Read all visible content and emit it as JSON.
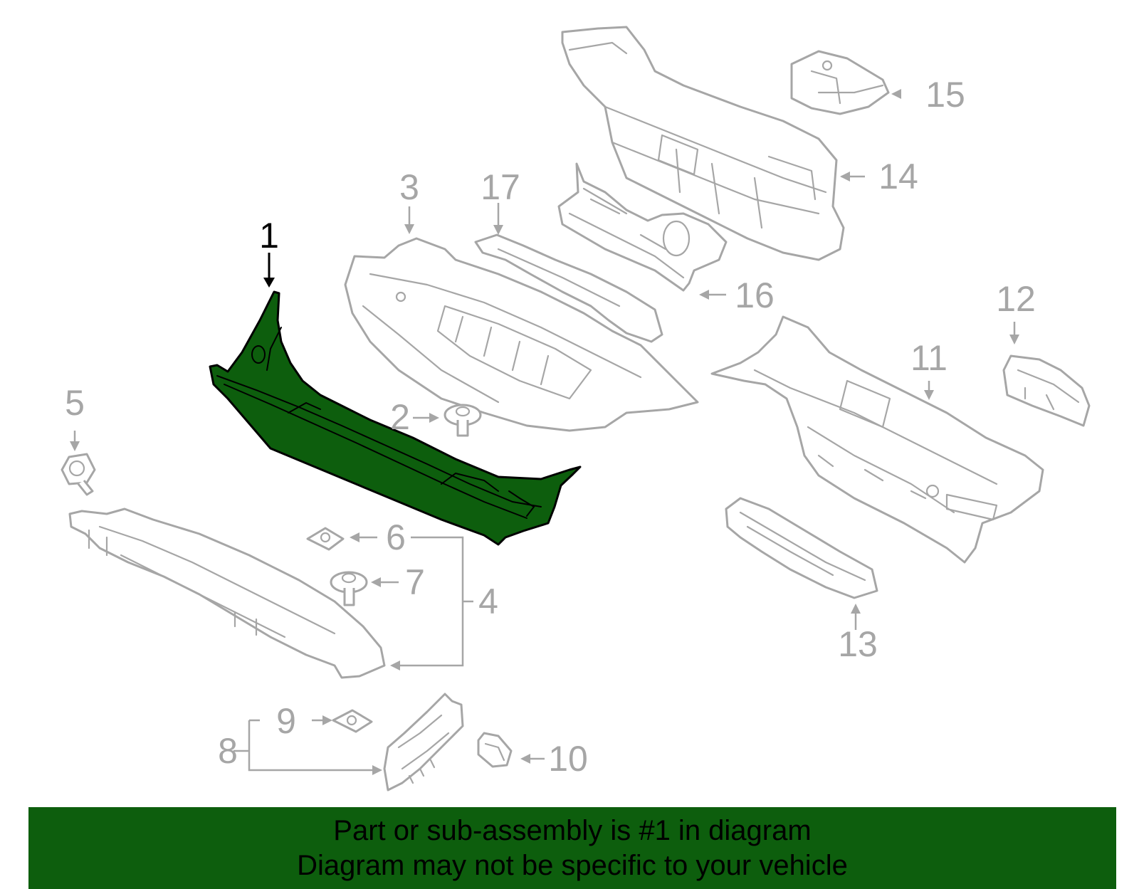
{
  "callouts": {
    "c1": "1",
    "c2": "2",
    "c3": "3",
    "c4": "4",
    "c5": "5",
    "c6": "6",
    "c7": "7",
    "c8": "8",
    "c9": "9",
    "c10": "10",
    "c11": "11",
    "c12": "12",
    "c13": "13",
    "c14": "14",
    "c15": "15",
    "c16": "16",
    "c17": "17"
  },
  "highlighted_part": "1",
  "banner": {
    "line1": "Part or sub-assembly is #1 in diagram",
    "line2": "Diagram may not be specific to your vehicle"
  },
  "colors": {
    "highlight": "#0d5e0d",
    "outline": "#a6a6a6",
    "highlight_outline": "#000000",
    "background": "#ffffff"
  }
}
